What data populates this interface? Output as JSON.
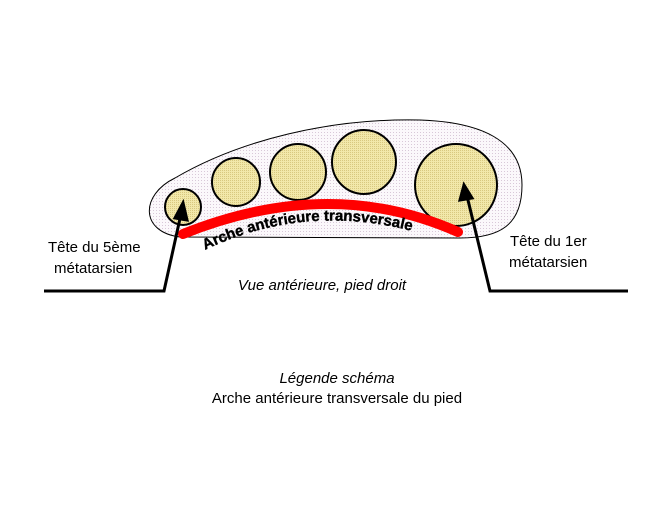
{
  "diagram": {
    "arch_label": "Arche antérieure transversale",
    "left_label": [
      "Tête du 5ème",
      "métatarsien"
    ],
    "right_label": [
      "Tête du 1er",
      "métatarsien"
    ],
    "view_caption": "Vue antérieure, pied droit",
    "legend_title": "Légende schéma",
    "legend_text": "Arche antérieure transversale du pied",
    "colors": {
      "arch": "#ff0000",
      "bone": "#ede3a0",
      "outline_fill": "#f4eef4"
    }
  }
}
